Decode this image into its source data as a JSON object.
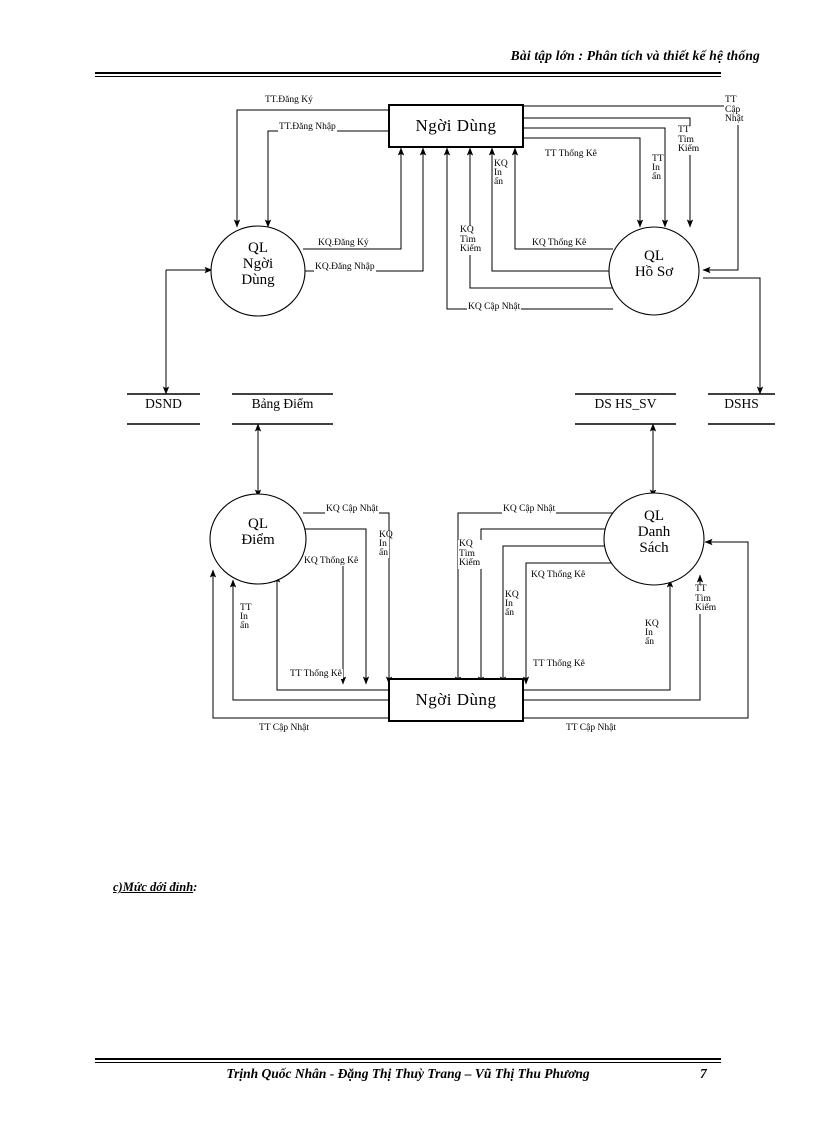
{
  "document": {
    "header_title": "Bài tập lớn : Phân tích và thiết kế hệ thống",
    "footer_authors": "Trịnh Quốc Nhân - Đặng Thị Thuỳ Trang – Vũ Thị Thu Phương",
    "page_number": "7",
    "caption": "c)Mức dới  đỉnh",
    "caption_suffix": ":"
  },
  "diagram": {
    "external_entities": [
      {
        "id": "top-user",
        "label": "Ngời   Dùng"
      },
      {
        "id": "bottom-user",
        "label": "Ngời   Dùng"
      }
    ],
    "processes": [
      {
        "id": "ql-nguoi-dung",
        "line1": "QL",
        "line2": "Ngời",
        "line3": "Dùng"
      },
      {
        "id": "ql-ho-so",
        "line1": "QL",
        "line2": "Hồ Sơ",
        "line3": ""
      },
      {
        "id": "ql-diem",
        "line1": "QL",
        "line2": "Điểm",
        "line3": ""
      },
      {
        "id": "ql-danh-sach",
        "line1": "QL",
        "line2": "Danh",
        "line3": "Sách"
      }
    ],
    "data_stores": [
      {
        "id": "dsnd",
        "label": "DSND"
      },
      {
        "id": "bang-diem",
        "label": "Bảng Điểm"
      },
      {
        "id": "ds-hs-sv",
        "label": "DS HS_SV"
      },
      {
        "id": "dshs",
        "label": "DSHS"
      }
    ],
    "flows": {
      "tt_dang_ky": "TT.Đăng Ký",
      "tt_dang_nhap": "TT.Đăng Nhập",
      "kq_dang_ky": "KQ.Đăng Ký",
      "kq_dang_nhap": "KQ.Đăng Nhập",
      "tt_thong_ke": "TT Thống Kê",
      "kq_thong_ke": "KQ Thống Kê",
      "tt_cap_nhat": "TT Cập Nhật",
      "kq_cap_nhat": "KQ Cập Nhật",
      "tt_tim_kiem": "TT Tìm Kiếm",
      "kq_tim_kiem": "KQ Tìm Kiếm",
      "tt_in_an": "TT In ấn",
      "kq_in_an": "KQ In ấn",
      "tt_cap_nhat_v": "TT Cập Nhật",
      "tt_tim_kiem_v": "TT Tìm Kiếm",
      "tt_in_an_v": "TT In ấn",
      "kq_in_an_v": "KQ In ấn",
      "kq_tim_kiem_v": "KQ Tìm Kiếm"
    }
  }
}
